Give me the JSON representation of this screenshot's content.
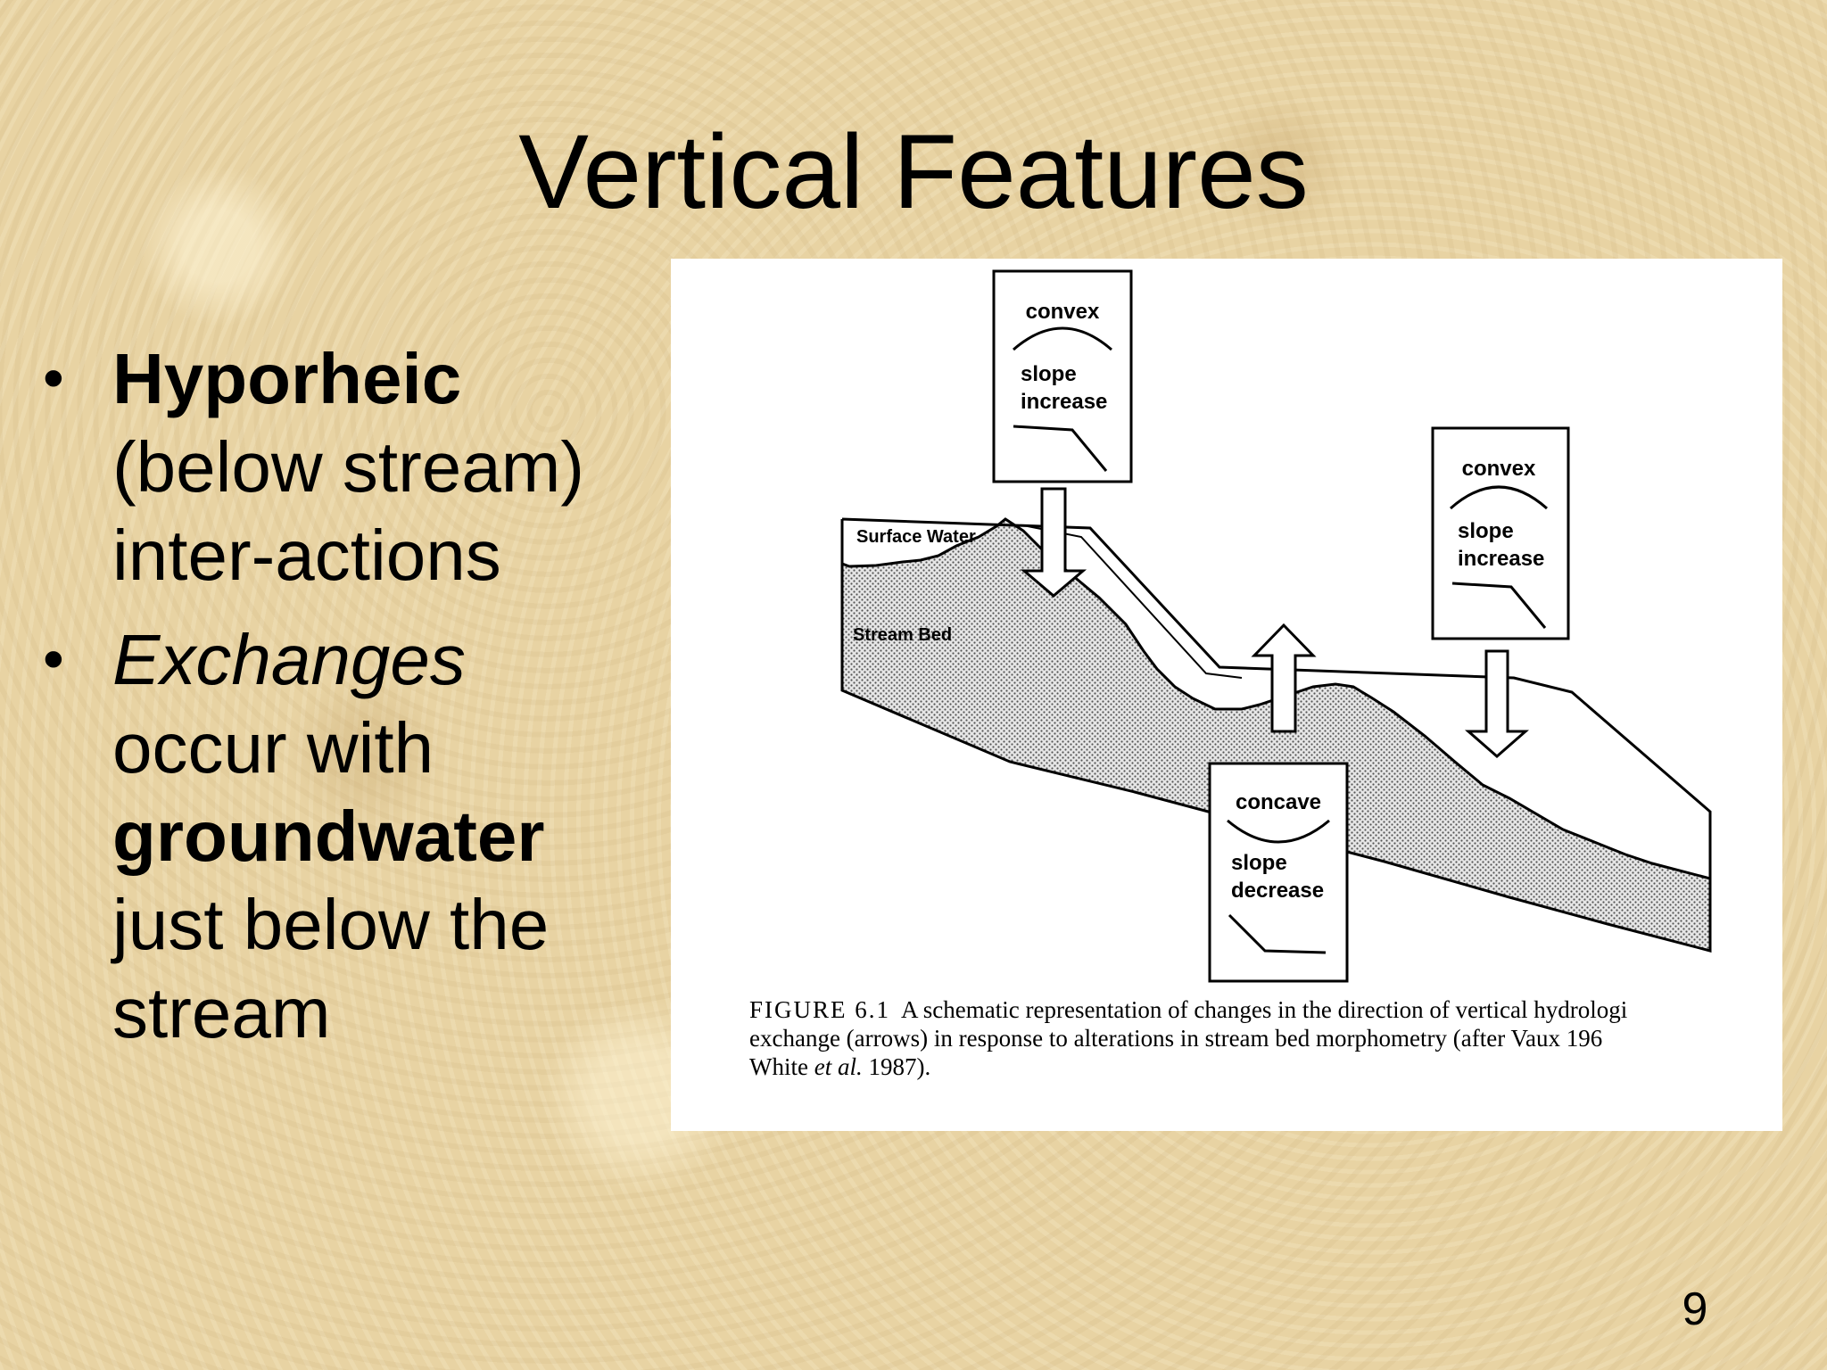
{
  "slide": {
    "title": "Vertical Features",
    "page_number": "9",
    "bullets": [
      {
        "strong": "Hyporheic",
        "rest": "(below stream) inter-actions"
      },
      {
        "em": "Exchanges",
        "middle": "occur with",
        "strong": "groundwater",
        "rest": "just below the stream"
      }
    ]
  },
  "figure": {
    "labels": {
      "surface_water": "Surface Water",
      "stream_bed": "Stream Bed"
    },
    "boxes": [
      {
        "shape": "convex",
        "line1": "slope",
        "line2": "increase"
      },
      {
        "shape": "convex",
        "line1": "slope",
        "line2": "increase"
      },
      {
        "shape": "concave",
        "line1": "slope",
        "line2": "decrease"
      }
    ],
    "caption": {
      "label": "FIGURE 6.1",
      "line1": "A schematic representation of changes in the direction of vertical hydrologi",
      "line2": "exchange (arrows) in response to alterations in stream bed morphometry (after Vaux 196",
      "line3_a": "White",
      "line3_em": "et al.",
      "line3_b": "1987)."
    }
  }
}
